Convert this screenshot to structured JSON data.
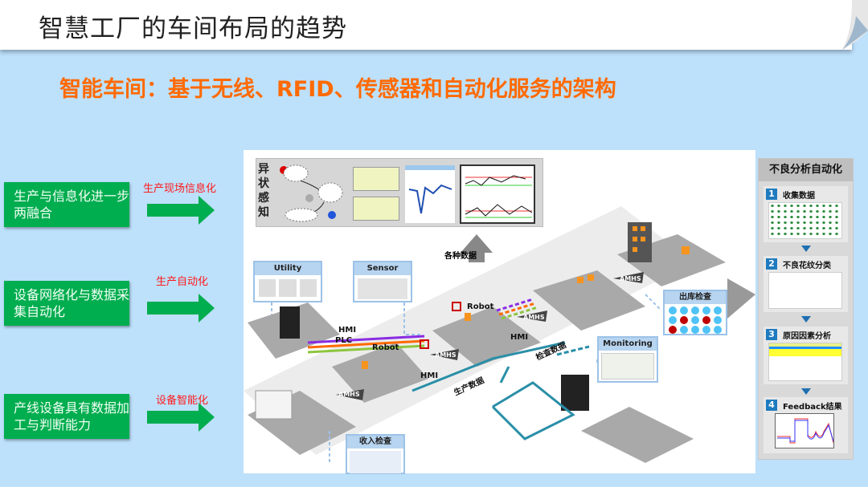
{
  "header": {
    "title": "智慧工厂的车间布局的趋势"
  },
  "subtitle": "智能车间：基于无线、RFID、传感器和自动化服务的架构",
  "left": {
    "items": [
      {
        "box": "生产与信息化进一步两融合",
        "label": "生产现场信息化"
      },
      {
        "box": "设备网络化与数据采集自动化",
        "label": "生产自动化"
      },
      {
        "box": "产线设备具有数据加工与判断能力",
        "label": "设备智能化"
      }
    ]
  },
  "diagram": {
    "anomaly_label": "异状感知",
    "various_data": "各种数据",
    "utility": "Utility",
    "sensor": "Sensor",
    "robot": "Robot",
    "hmi": "HMI",
    "plc": "PLC",
    "amhs": "AMHS",
    "outbound_inspection": "出库检查",
    "monitoring": "Monitoring",
    "inbound_inspection": "收入检查",
    "production_data": "生产数据",
    "inspection_data": "检查数据"
  },
  "right_panel": {
    "title": "不良分析自动化",
    "steps": [
      {
        "num": "1",
        "label": "收集数据"
      },
      {
        "num": "2",
        "label": "不良花纹分类"
      },
      {
        "num": "3",
        "label": "原因因素分析"
      },
      {
        "num": "4",
        "label": "Feedback结果"
      }
    ]
  },
  "colors": {
    "background": "#bde0fb",
    "subtitle": "#ff6a00",
    "green_box": "#00ad4f",
    "red_label": "#ff1a1a",
    "accent_blue": "#1f7bbf"
  }
}
